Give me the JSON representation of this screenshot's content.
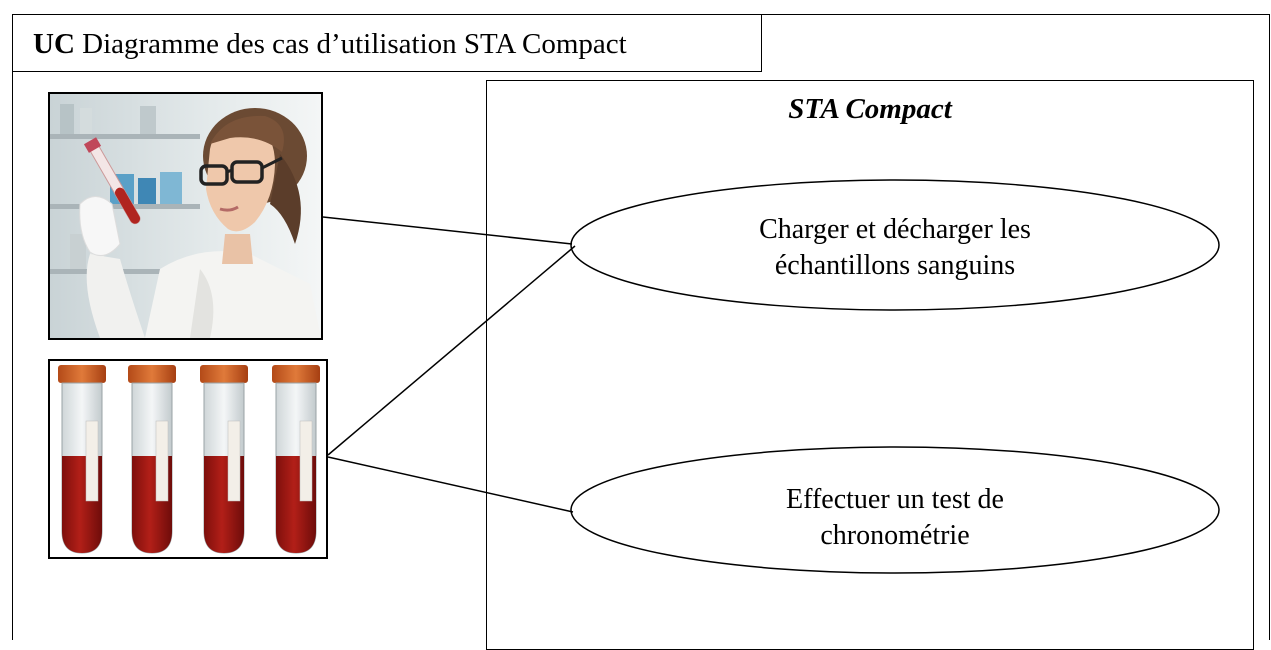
{
  "title": {
    "prefix": "UC",
    "text": "Diagramme des cas d’utilisation STA Compact"
  },
  "system": {
    "name": "STA Compact"
  },
  "use_cases": [
    {
      "line1": "Charger et décharger les",
      "line2": "échantillons sanguins"
    },
    {
      "line1": "Effectuer un test de",
      "line2": "chronométrie"
    }
  ],
  "actors": [
    {
      "icon": "lab-technician-photo"
    },
    {
      "icon": "blood-sample-tubes-photo"
    }
  ]
}
